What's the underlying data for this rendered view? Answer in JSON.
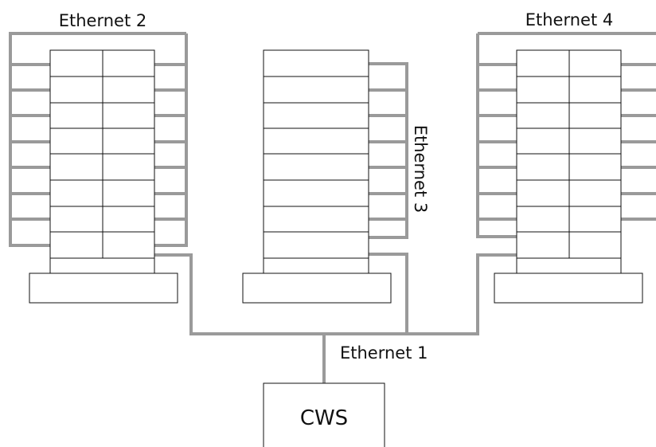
{
  "labels": {
    "ethernet_1": "Ethernet 1",
    "ethernet_2": "Ethernet 2",
    "ethernet_3": "Ethernet 3",
    "ethernet_4": "Ethernet 4",
    "cws": "CWS"
  },
  "colors": {
    "cable": "#9a9a9a",
    "outline": "#111111",
    "background": "#ffffff"
  }
}
